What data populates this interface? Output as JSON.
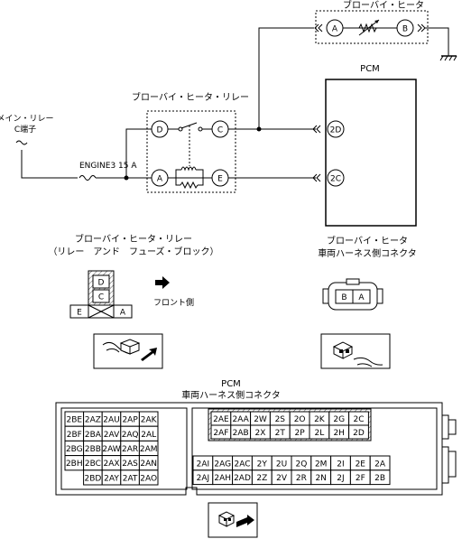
{
  "wiring": {
    "glow_heater_label": "ブローバイ・ヒータ",
    "heater_pin_a": "A",
    "heater_pin_b": "B",
    "main_relay_line1": "メイン・リレー",
    "main_relay_line2": "C端子",
    "fuse_label": "ENGINE3 15 A",
    "relay_label": "ブローバイ・ヒータ・リレー",
    "relay_pins": {
      "d": "D",
      "c": "C",
      "a": "A",
      "e": "E"
    },
    "pcm_label": "PCM",
    "pcm_pin_top": "2D",
    "pcm_pin_bottom": "2C"
  },
  "relay_connector": {
    "title": "ブローバイ・ヒータ・リレー",
    "subtitle": "（リレー　アンド　フューズ・ブロック）",
    "pins": {
      "d": "D",
      "c": "C",
      "e": "E",
      "a": "A"
    },
    "front_label": "フロント側"
  },
  "heater_connector": {
    "title": "ブローバイ・ヒータ",
    "subtitle": "車両ハーネス側コネクタ",
    "pins": [
      "B",
      "A"
    ]
  },
  "pcm_connector": {
    "title": "PCM",
    "subtitle": "車両ハーネス側コネクタ",
    "left_block": [
      [
        "2BE",
        "2AZ",
        "2AU",
        "2AP",
        "2AK"
      ],
      [
        "2BF",
        "2BA",
        "2AV",
        "2AQ",
        "2AL"
      ],
      [
        "2BG",
        "2BB",
        "2AW",
        "2AR",
        "2AM"
      ],
      [
        "2BH",
        "2BC",
        "2AX",
        "2AS",
        "2AN"
      ],
      [
        "",
        "2BD",
        "2AY",
        "2AT",
        "2AO"
      ]
    ],
    "right_top": [
      [
        "2AE",
        "2AA",
        "2W",
        "2S",
        "2O",
        "2K",
        "2G",
        "2C"
      ],
      [
        "2AF",
        "2AB",
        "2X",
        "2T",
        "2P",
        "2L",
        "2H",
        "2D"
      ]
    ],
    "right_bottom": [
      [
        "2AI",
        "2AG",
        "2AC",
        "2Y",
        "2U",
        "2Q",
        "2M",
        "2I",
        "2E",
        "2A"
      ],
      [
        "2AJ",
        "2AH",
        "2AD",
        "2Z",
        "2V",
        "2R",
        "2N",
        "2J",
        "2F",
        "2B"
      ]
    ]
  },
  "colors": {
    "line": "#000000",
    "hatch": "#666666",
    "highlight": "#d8d8d8"
  },
  "icons": [
    "connector-view-icon",
    "ground-icon",
    "arrow-right-icon"
  ]
}
